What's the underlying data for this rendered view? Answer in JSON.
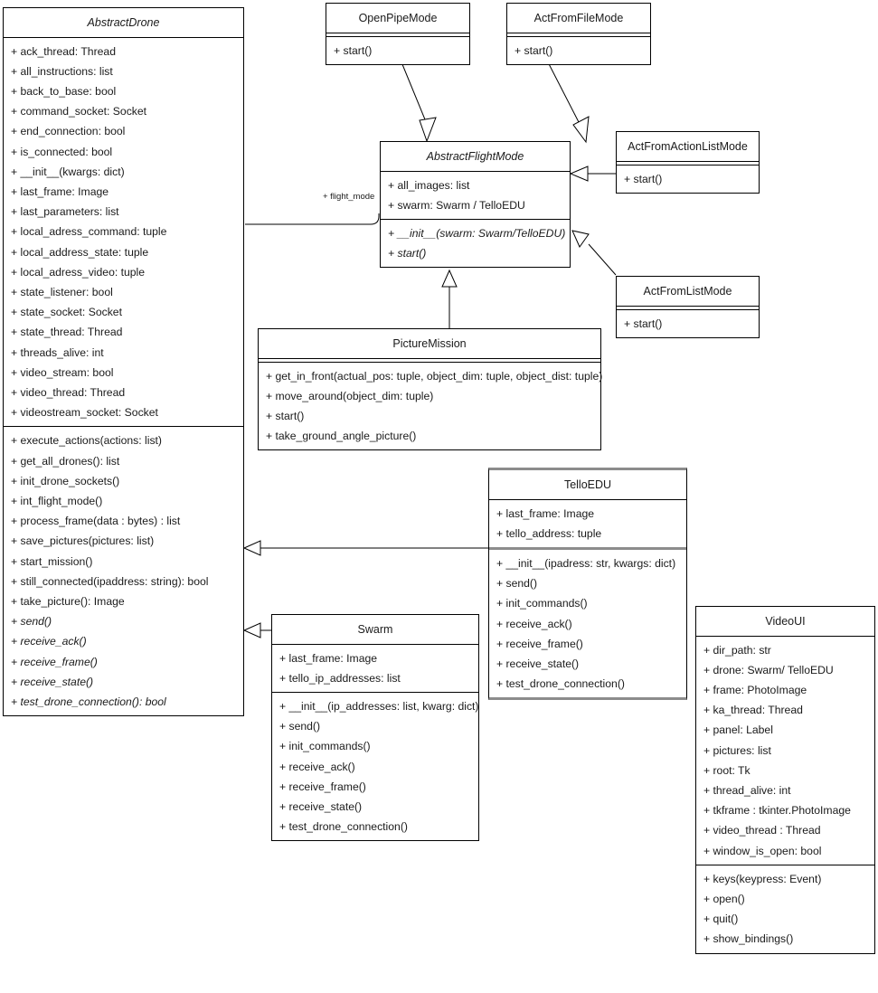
{
  "diagram": {
    "title": "Drone control UML class diagram",
    "line_color": "#000000",
    "accent_border_color": "#8c8c8c",
    "background": "#ffffff"
  },
  "classes": {
    "abstract_drone": {
      "name": "AbstractDrone",
      "abstract": true,
      "attributes": [
        "+ ack_thread: Thread",
        "+ all_instructions: list",
        "+ back_to_base: bool",
        "+ command_socket: Socket",
        "+ end_connection: bool",
        "+ is_connected: bool",
        "+ __init__(kwargs: dict)",
        "+ last_frame: Image",
        "+ last_parameters: list",
        "+ local_adress_command: tuple",
        "+ local_address_state: tuple",
        "+ local_adress_video: tuple",
        "+ state_listener: bool",
        "+ state_socket: Socket",
        "+ state_thread: Thread",
        "+ threads_alive: int",
        "+ video_stream: bool",
        "+ video_thread: Thread",
        "+ videostream_socket: Socket"
      ],
      "methods": [
        {
          "text": "+ execute_actions(actions: list)",
          "italic": false
        },
        {
          "text": "+ get_all_drones(): list",
          "italic": false
        },
        {
          "text": "+ init_drone_sockets()",
          "italic": false
        },
        {
          "text": "+ int_flight_mode()",
          "italic": false
        },
        {
          "text": "+ process_frame(data : bytes) : list",
          "italic": false
        },
        {
          "text": "+ save_pictures(pictures: list)",
          "italic": false
        },
        {
          "text": "+ start_mission()",
          "italic": false
        },
        {
          "text": "+ still_connected(ipaddress: string): bool",
          "italic": false
        },
        {
          "text": "+ take_picture(): Image",
          "italic": false
        },
        {
          "text": "+ send()",
          "italic": true
        },
        {
          "text": "+ receive_ack()",
          "italic": true
        },
        {
          "text": "+ receive_frame()",
          "italic": true
        },
        {
          "text": "+ receive_state()",
          "italic": true
        },
        {
          "text": "+ test_drone_connection(): bool",
          "italic": true
        }
      ]
    },
    "open_pipe_mode": {
      "name": "OpenPipeMode",
      "abstract": false,
      "attributes": [],
      "methods": [
        {
          "text": "+ start()",
          "italic": false
        }
      ]
    },
    "act_from_file_mode": {
      "name": "ActFromFileMode",
      "abstract": false,
      "attributes": [],
      "methods": [
        {
          "text": "+ start()",
          "italic": false
        }
      ]
    },
    "act_from_action_list_mode": {
      "name": "ActFromActionListMode",
      "abstract": false,
      "attributes": [],
      "methods": [
        {
          "text": "+ start()",
          "italic": false
        }
      ]
    },
    "act_from_list_mode": {
      "name": "ActFromListMode",
      "abstract": false,
      "attributes": [],
      "methods": [
        {
          "text": "+ start()",
          "italic": false
        }
      ]
    },
    "abstract_flight_mode": {
      "name": "AbstractFlightMode",
      "abstract": true,
      "attributes": [
        "+ all_images: list",
        "+ swarm: Swarm / TelloEDU"
      ],
      "methods": [
        {
          "text": "+ __init__(swarm: Swarm/TelloEDU)",
          "italic": true
        },
        {
          "text": "+ start()",
          "italic": true
        }
      ]
    },
    "picture_mission": {
      "name": "PictureMission",
      "abstract": false,
      "attributes": [],
      "methods": [
        {
          "text": "+ get_in_front(actual_pos: tuple, object_dim: tuple, object_dist: tuple)",
          "italic": false
        },
        {
          "text": "+ move_around(object_dim: tuple)",
          "italic": false
        },
        {
          "text": "+ start()",
          "italic": false
        },
        {
          "text": "+ take_ground_angle_picture()",
          "italic": false
        }
      ]
    },
    "tello_edu": {
      "name": "TelloEDU",
      "abstract": false,
      "attributes": [
        "+ last_frame: Image",
        "+ tello_address: tuple"
      ],
      "methods": [
        {
          "text": "+ __init__(ipadress: str, kwargs: dict)",
          "italic": false
        },
        {
          "text": "+ send()",
          "italic": false
        },
        {
          "text": "+ init_commands()",
          "italic": false
        },
        {
          "text": "+ receive_ack()",
          "italic": false
        },
        {
          "text": "+ receive_frame()",
          "italic": false
        },
        {
          "text": "+ receive_state()",
          "italic": false
        },
        {
          "text": "+ test_drone_connection()",
          "italic": false
        }
      ]
    },
    "swarm": {
      "name": "Swarm",
      "abstract": false,
      "attributes": [
        "+ last_frame: Image",
        "+ tello_ip_addresses: list"
      ],
      "methods": [
        {
          "text": "+ __init__(ip_addresses: list, kwarg: dict)",
          "italic": false
        },
        {
          "text": "+ send()",
          "italic": false
        },
        {
          "text": "+ init_commands()",
          "italic": false
        },
        {
          "text": "+ receive_ack()",
          "italic": false
        },
        {
          "text": "+ receive_frame()",
          "italic": false
        },
        {
          "text": "+ receive_state()",
          "italic": false
        },
        {
          "text": "+ test_drone_connection()",
          "italic": false
        }
      ]
    },
    "video_ui": {
      "name": "VideoUI",
      "abstract": false,
      "attributes": [
        "+ dir_path: str",
        "+ drone: Swarm/ TelloEDU",
        "+ frame: PhotoImage",
        "+ ka_thread: Thread",
        "+ panel: Label",
        "+ pictures: list",
        "+ root: Tk",
        "+ thread_alive: int",
        "+ tkframe : tkinter.PhotoImage",
        "+ video_thread : Thread",
        "+ window_is_open: bool"
      ],
      "methods": [
        {
          "text": "+ keys(keypress: Event)",
          "italic": false
        },
        {
          "text": "+ open()",
          "italic": false
        },
        {
          "text": "+ quit()",
          "italic": false
        },
        {
          "text": "+ show_bindings()",
          "italic": false
        }
      ]
    }
  },
  "edge_labels": {
    "flight_mode": "+ flight_mode"
  },
  "relationships": [
    {
      "from": "OpenPipeMode",
      "to": "AbstractFlightMode",
      "type": "generalization"
    },
    {
      "from": "ActFromFileMode",
      "to": "AbstractFlightMode",
      "type": "generalization"
    },
    {
      "from": "ActFromActionListMode",
      "to": "AbstractFlightMode",
      "type": "generalization"
    },
    {
      "from": "ActFromListMode",
      "to": "AbstractFlightMode",
      "type": "generalization"
    },
    {
      "from": "PictureMission",
      "to": "AbstractFlightMode",
      "type": "generalization"
    },
    {
      "from": "TelloEDU",
      "to": "AbstractDrone",
      "type": "generalization"
    },
    {
      "from": "Swarm",
      "to": "AbstractDrone",
      "type": "generalization"
    },
    {
      "from": "AbstractDrone",
      "to": "AbstractFlightMode",
      "type": "association",
      "label": "+ flight_mode"
    }
  ]
}
